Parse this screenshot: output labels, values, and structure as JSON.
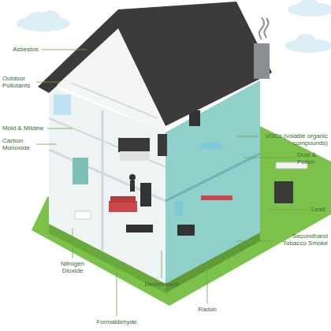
{
  "diagram": {
    "labels": [
      "Asbestos",
      "Outdoor Pollutants",
      "Mold & Mildew",
      "Carbon Monoxide",
      "VOCs (volatile organic compounds)",
      "Dust & Pollen",
      "Lead",
      "Secondhand Tobacco Smoke",
      "Nitrogen Dioxide",
      "Deodorizers",
      "Radon",
      "Formaldehyde"
    ]
  }
}
